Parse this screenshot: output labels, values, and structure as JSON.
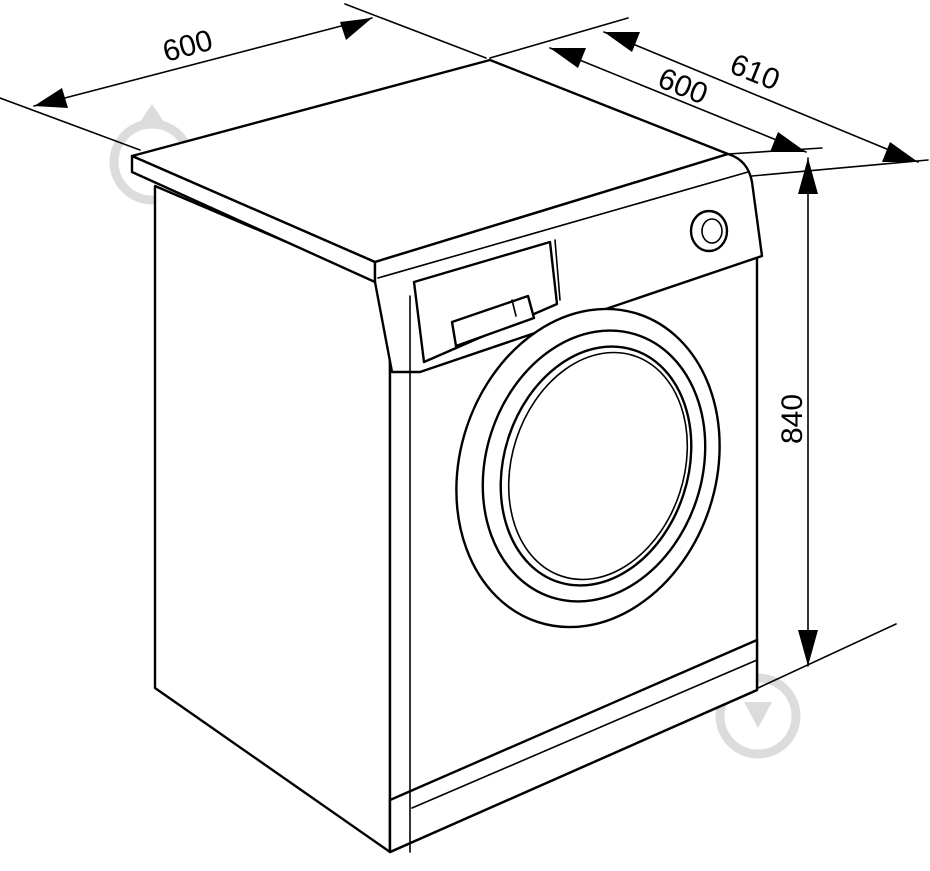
{
  "diagram": {
    "subject": "washing-machine",
    "dimensions": {
      "width": "600",
      "depth_body": "600",
      "depth_total": "610",
      "height": "840"
    }
  },
  "colors": {
    "line": "#000000",
    "background": "#ffffff",
    "watermark": "#dcdcdc"
  }
}
